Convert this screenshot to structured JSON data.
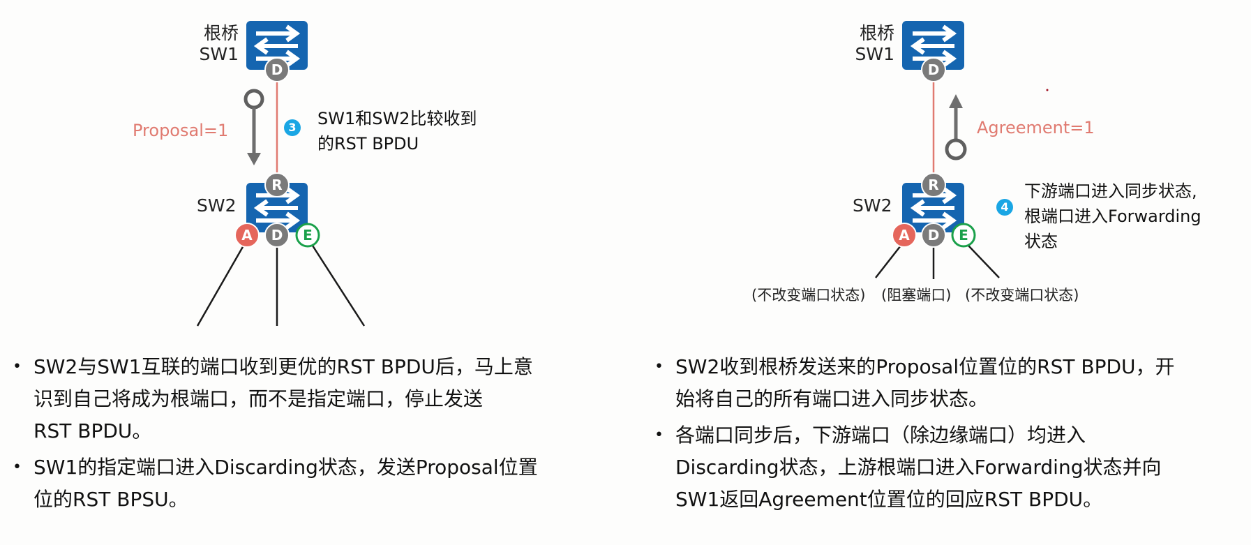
{
  "left_panel": {
    "sw1": {
      "label_line1": "根桥",
      "label_line2": "SW1",
      "port": "D"
    },
    "message": {
      "label": "Proposal=1",
      "direction": "down"
    },
    "step": {
      "number": "3",
      "text_line1": "SW1和SW2比较收到",
      "text_line2": "的RST BPDU"
    },
    "sw2": {
      "label": "SW2",
      "ports": {
        "top": "R",
        "left": "A",
        "middle": "D",
        "right": "E"
      }
    },
    "bullets": [
      {
        "line1": "SW2与SW1互联的端口收到更优的RST  BPDU后，马上意",
        "line2": "识到自己将成为根端口，而不是指定端口，停止发送",
        "line3": "RST BPDU。"
      },
      {
        "line1": "SW1的指定端口进入Discarding状态，发送Proposal位置",
        "line2": "位的RST BPSU。"
      }
    ]
  },
  "right_panel": {
    "sw1": {
      "label_line1": "根桥",
      "label_line2": "SW1",
      "port": "D"
    },
    "message": {
      "label": "Agreement=1",
      "direction": "up"
    },
    "step": {
      "number": "4",
      "text_line1": "下游端口进入同步状态,",
      "text_line2": "根端口进入Forwarding",
      "text_line3": "状态"
    },
    "sw2": {
      "label": "SW2",
      "ports": {
        "top": "R",
        "left": "A",
        "middle": "D",
        "right": "E"
      }
    },
    "port_notes": {
      "left": "(不改变端口状态)",
      "middle": "(阻塞端口)",
      "right": "(不改变端口状态)"
    },
    "bullets": [
      {
        "line1": "SW2收到根桥发送来的Proposal位置位的RST  BPDU，开",
        "line2": "始将自己的所有端口进入同步状态。"
      },
      {
        "line1": "各端口同步后，下游端口（除边缘端口）均进入",
        "line2": "Discarding状态，上游根端口进入Forwarding状态并向",
        "line3": "SW1返回Agreement位置位的回应RST BPDU。"
      }
    ]
  },
  "colors": {
    "switch_blue": "#1565b0",
    "port_gray": "#7a7a7a",
    "alternate_red": "#e5665c",
    "edge_green": "#1aa04a",
    "link_red": "#e07a70",
    "badge_blue": "#1aa6e4",
    "message_label": "#e07a70"
  }
}
